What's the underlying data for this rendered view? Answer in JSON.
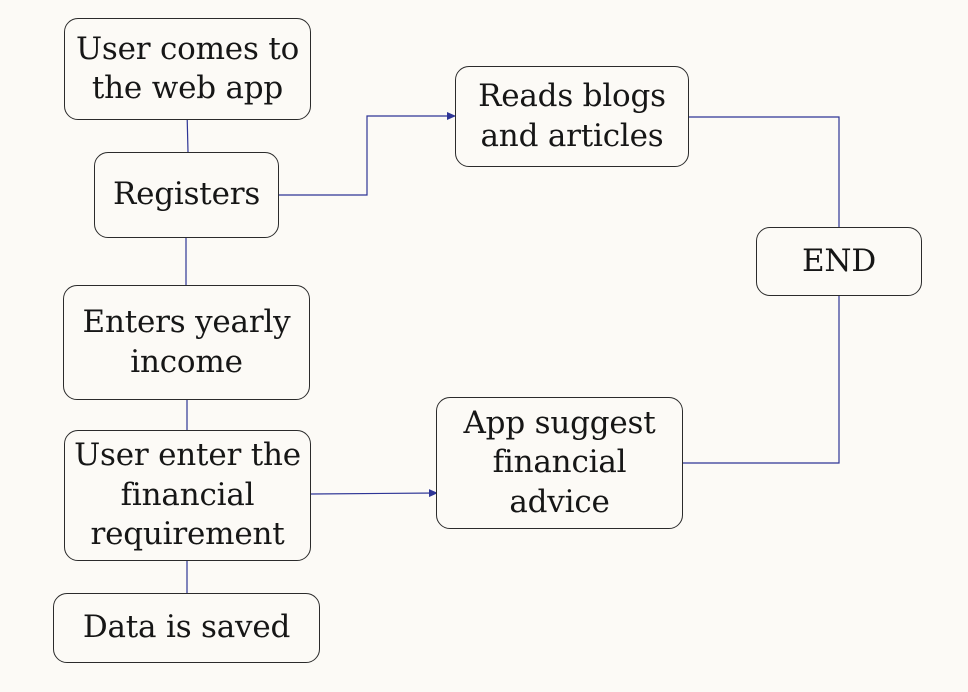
{
  "diagram": {
    "nodes": {
      "user_comes": "User comes to\nthe web app",
      "registers": "Registers",
      "enters_income": "Enters yearly\nincome",
      "financial_requirement": "User enter the\nfinancial\nrequirement",
      "data_saved": "Data is saved",
      "reads_blogs": "Reads blogs\nand articles",
      "app_suggest": "App suggest\nfinancial\nadvice",
      "end": "END"
    },
    "edges": [
      {
        "from": "registers",
        "to": "user_comes",
        "arrow": true
      },
      {
        "from": "registers",
        "to": "enters_income",
        "arrow": false
      },
      {
        "from": "enters_income",
        "to": "financial_requirement",
        "arrow": false
      },
      {
        "from": "financial_requirement",
        "to": "data_saved",
        "arrow": false
      },
      {
        "from": "registers",
        "to": "reads_blogs",
        "arrow": true
      },
      {
        "from": "financial_requirement",
        "to": "app_suggest",
        "arrow": true
      },
      {
        "from": "reads_blogs",
        "to": "end",
        "arrow": false
      },
      {
        "from": "app_suggest",
        "to": "end",
        "arrow": false
      }
    ],
    "colors": {
      "background": "#fcfaf6",
      "box_border": "#2b2b2b",
      "connector": "#2e3596",
      "up_arrow_head": "#e8a9a9"
    }
  }
}
